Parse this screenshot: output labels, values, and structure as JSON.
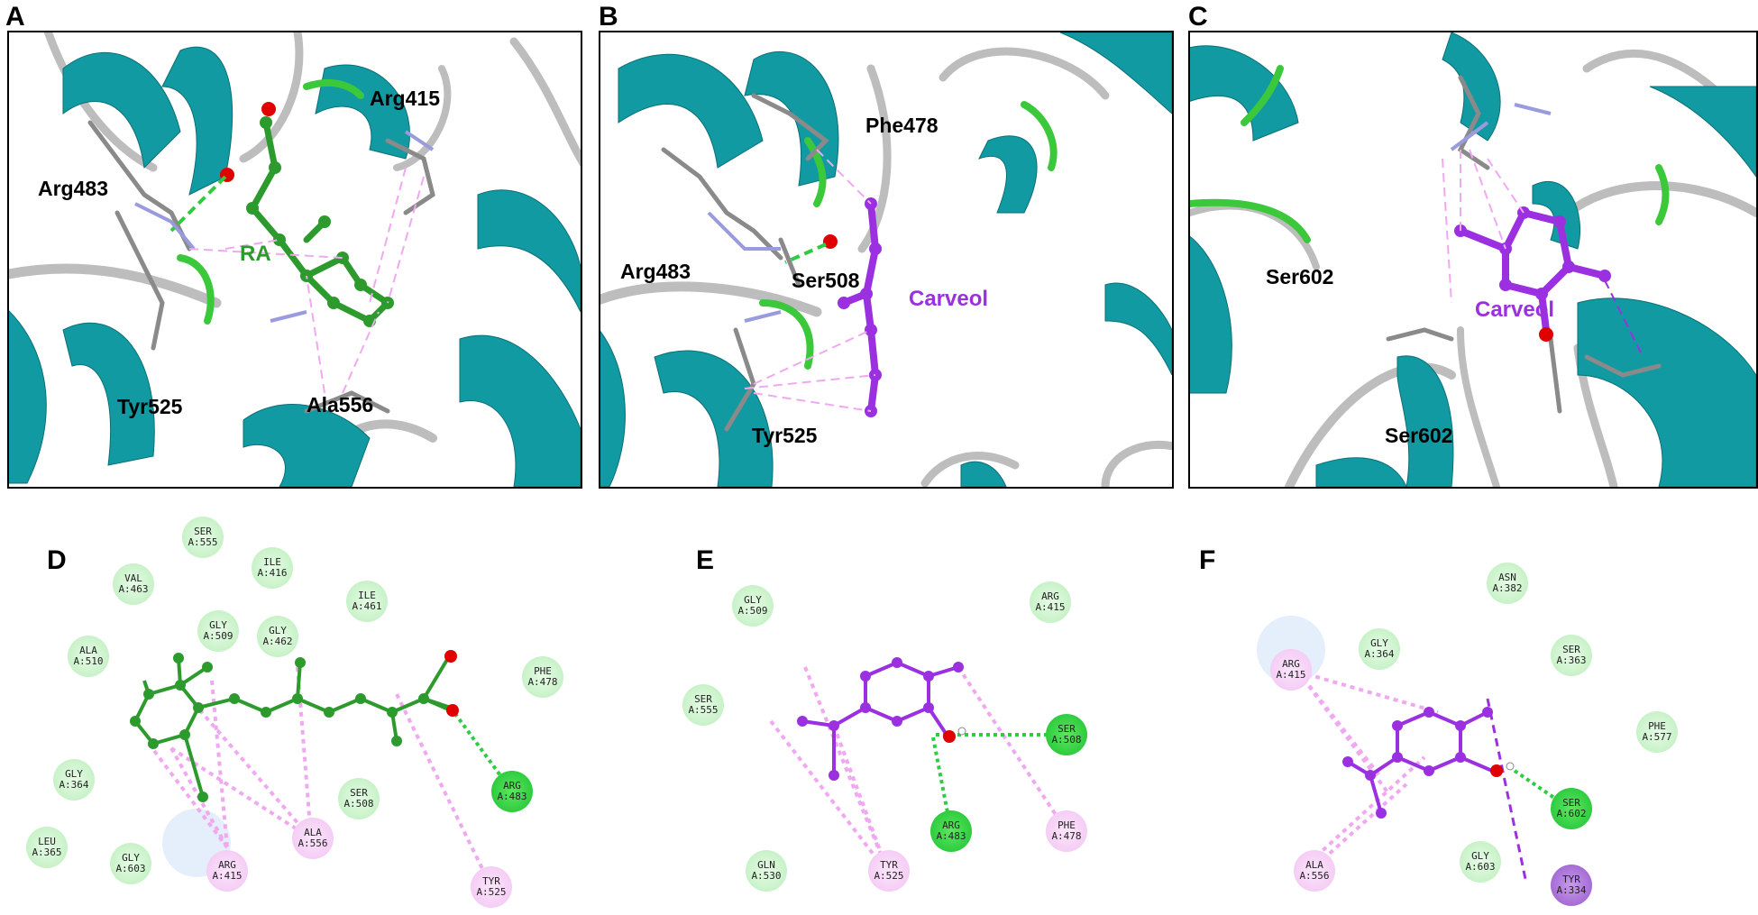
{
  "panel_letters": {
    "a": "A",
    "b": "B",
    "c": "C",
    "d": "D",
    "e": "E",
    "f": "F"
  },
  "panel_a": {
    "residues": [
      "Arg415",
      "Arg483",
      "Tyr525",
      "Ala556"
    ],
    "ligand": "RA"
  },
  "panel_b": {
    "residues": [
      "Phe478",
      "Arg483",
      "Ser508",
      "Tyr525"
    ],
    "ligand": "Carveol"
  },
  "panel_c": {
    "residues": [
      "Ser602",
      "Ser602"
    ],
    "ligand": "Carveol"
  },
  "panel_d": {
    "residues": [
      {
        "l1": "SER",
        "l2": "A:555",
        "kind": "vdw"
      },
      {
        "l1": "ILE",
        "l2": "A:416",
        "kind": "vdw"
      },
      {
        "l1": "VAL",
        "l2": "A:463",
        "kind": "vdw"
      },
      {
        "l1": "ILE",
        "l2": "A:461",
        "kind": "vdw"
      },
      {
        "l1": "GLY",
        "l2": "A:509",
        "kind": "vdw"
      },
      {
        "l1": "GLY",
        "l2": "A:462",
        "kind": "vdw"
      },
      {
        "l1": "ALA",
        "l2": "A:510",
        "kind": "vdw"
      },
      {
        "l1": "PHE",
        "l2": "A:478",
        "kind": "vdw"
      },
      {
        "l1": "GLY",
        "l2": "A:364",
        "kind": "vdw"
      },
      {
        "l1": "SER",
        "l2": "A:508",
        "kind": "vdw"
      },
      {
        "l1": "ARG",
        "l2": "A:483",
        "kind": "hb"
      },
      {
        "l1": "ALA",
        "l2": "A:556",
        "kind": "alk"
      },
      {
        "l1": "LEU",
        "l2": "A:365",
        "kind": "vdw"
      },
      {
        "l1": "GLY",
        "l2": "A:603",
        "kind": "vdw"
      },
      {
        "l1": "ARG",
        "l2": "A:415",
        "kind": "alk"
      },
      {
        "l1": "TYR",
        "l2": "A:525",
        "kind": "alk"
      }
    ]
  },
  "panel_e": {
    "residues": [
      {
        "l1": "GLY",
        "l2": "A:509",
        "kind": "vdw"
      },
      {
        "l1": "ARG",
        "l2": "A:415",
        "kind": "vdw"
      },
      {
        "l1": "SER",
        "l2": "A:555",
        "kind": "vdw"
      },
      {
        "l1": "SER",
        "l2": "A:508",
        "kind": "hb"
      },
      {
        "l1": "ARG",
        "l2": "A:483",
        "kind": "hb"
      },
      {
        "l1": "PHE",
        "l2": "A:478",
        "kind": "alk"
      },
      {
        "l1": "GLN",
        "l2": "A:530",
        "kind": "vdw"
      },
      {
        "l1": "TYR",
        "l2": "A:525",
        "kind": "alk"
      }
    ]
  },
  "panel_f": {
    "residues": [
      {
        "l1": "ASN",
        "l2": "A:382",
        "kind": "vdw"
      },
      {
        "l1": "GLY",
        "l2": "A:364",
        "kind": "vdw"
      },
      {
        "l1": "ARG",
        "l2": "A:415",
        "kind": "alk"
      },
      {
        "l1": "SER",
        "l2": "A:363",
        "kind": "vdw"
      },
      {
        "l1": "PHE",
        "l2": "A:577",
        "kind": "vdw"
      },
      {
        "l1": "SER",
        "l2": "A:602",
        "kind": "hb"
      },
      {
        "l1": "ALA",
        "l2": "A:556",
        "kind": "alk"
      },
      {
        "l1": "GLY",
        "l2": "A:603",
        "kind": "vdw"
      },
      {
        "l1": "TYR",
        "l2": "A:334",
        "kind": "pis"
      }
    ]
  },
  "colors": {
    "ribbon": "#129aa3",
    "coil": "#bdbdbd",
    "ra_ligand": "#2d9a2d",
    "carveol": "#9b30e0",
    "hbond": "#2ecc40",
    "alkyl": "#f0a8f0",
    "pisigma": "#9b30e0"
  }
}
